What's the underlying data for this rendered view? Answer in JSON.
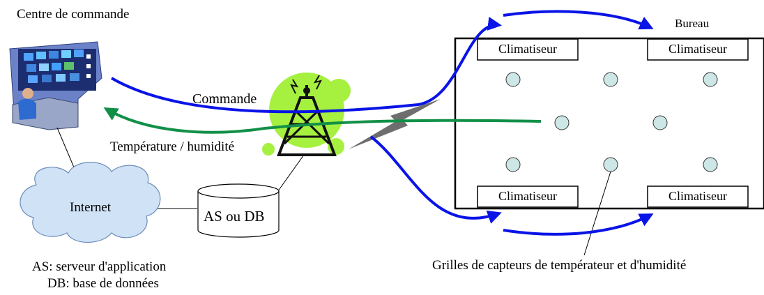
{
  "diagram": {
    "control_center_label": "Centre de commande",
    "command_label": "Commande",
    "temp_humidity_label": "Température / humidité",
    "internet_label": "Internet",
    "as_db_label": "AS ou DB",
    "legend_as": "AS: serveur d'application",
    "legend_db": "DB: base de données",
    "office_label": "Bureau",
    "ac_units": [
      "Climatiseur",
      "Climatiseur",
      "Climatiseur",
      "Climatiseur"
    ],
    "sensor_grid_label": "Grilles de capteurs de températeur et d'humidité"
  },
  "colors": {
    "command_arrow": "#0a14e6",
    "temperature_arrow": "#129048",
    "sensor_fill": "#cde6e6",
    "antenna_glow": "#a6f040",
    "cloud_fill": "#cfe2f6",
    "lightning": "#6e6e6e"
  },
  "icons": {
    "control_center": "operator-console-icon",
    "tower": "antenna-tower-icon",
    "cloud": "internet-cloud-icon",
    "database": "database-cylinder-icon",
    "link": "wireless-lightning-icon"
  }
}
